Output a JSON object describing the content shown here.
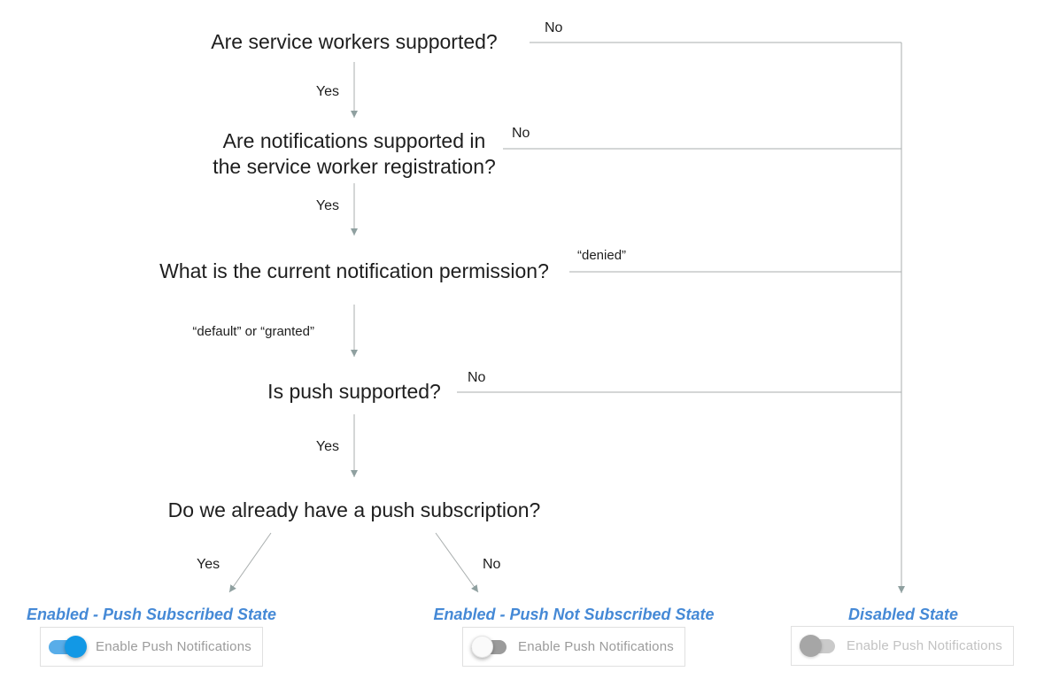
{
  "diagram": {
    "questions": {
      "q1": "Are service workers supported?",
      "q2": "Are notifications supported in\nthe service worker registration?",
      "q3": "What is the current notification permission?",
      "q4": "Is push supported?",
      "q5": "Do we already have a push subscription?"
    },
    "edges": {
      "q1_yes": "Yes",
      "q1_no": "No",
      "q2_yes": "Yes",
      "q2_no": "No",
      "q3_yes": "“default” or “granted”",
      "q3_no": "“denied”",
      "q4_yes": "Yes",
      "q4_no": "No",
      "q5_yes": "Yes",
      "q5_no": "No"
    }
  },
  "states": [
    {
      "title": "Enabled - Push Subscribed State",
      "toggle": "on",
      "control_label": "Enable Push Notifications"
    },
    {
      "title": "Enabled - Push Not Subscribed State",
      "toggle": "off",
      "control_label": "Enable Push Notifications"
    },
    {
      "title": "Disabled State",
      "toggle": "disabled",
      "control_label": "Enable Push Notifications"
    }
  ],
  "colors": {
    "state_title_blue": "#4589d6",
    "toggle_on_thumb": "#1298e5",
    "toggle_on_track": "#58ade9",
    "toggle_off_thumb": "#fafafa",
    "toggle_off_track": "#9b9b9b",
    "toggle_disabled_thumb": "#a6a6a6",
    "toggle_disabled_track": "#cacaca",
    "connector_gray": "#a9aeae",
    "question_text": "#1e1e1e",
    "card_label_gray": "#9b9b9b",
    "card_label_disabled_gray": "#c2c2c2"
  }
}
